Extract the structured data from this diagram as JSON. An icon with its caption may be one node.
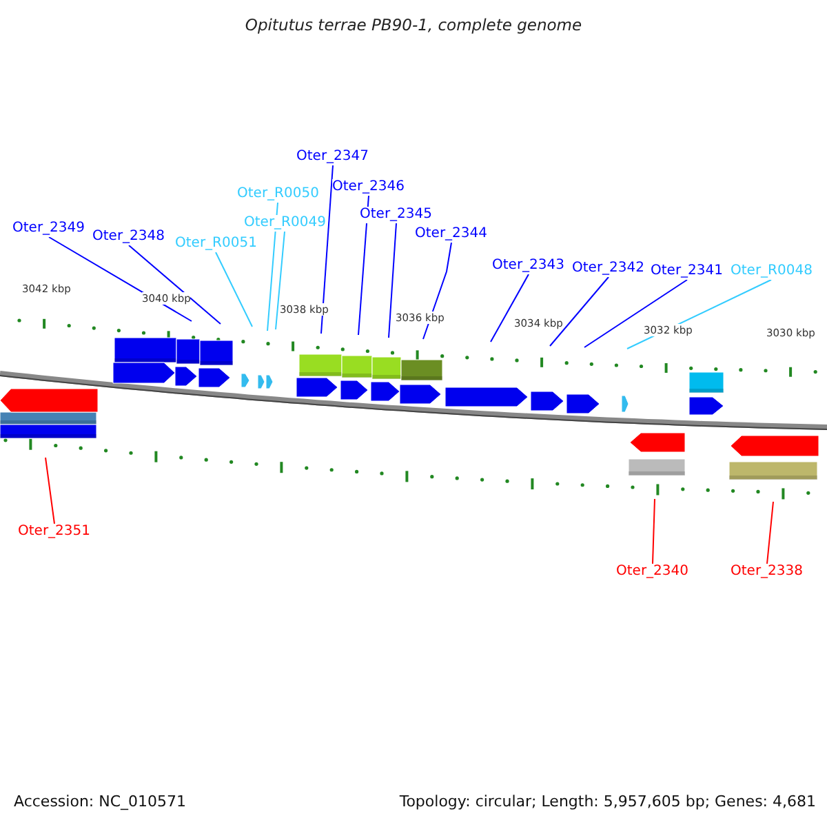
{
  "diagram": {
    "title": "Opitutus terrae PB90-1, complete genome",
    "nodes": [
      {
        "text": [
          "Oter_2349"
        ]
      },
      {
        "text": [
          "Oter_2348"
        ]
      },
      {
        "text": [
          "Oter_R0051"
        ]
      },
      {
        "text": [
          "Oter_R0050"
        ]
      },
      {
        "text": [
          "Oter_R0049"
        ]
      },
      {
        "text": [
          "Oter_2347"
        ]
      },
      {
        "text": [
          "Oter_2346"
        ]
      },
      {
        "text": [
          "Oter_2345"
        ]
      },
      {
        "text": [
          "Oter_2344"
        ]
      },
      {
        "text": [
          "Oter_2343"
        ]
      },
      {
        "text": [
          "Oter_2342"
        ]
      },
      {
        "text": [
          "Oter_2341"
        ]
      },
      {
        "text": [
          "Oter_R0048"
        ]
      },
      {
        "text": [
          "Oter_2351"
        ]
      },
      {
        "text": [
          "Oter_2340"
        ]
      },
      {
        "text": [
          "Oter_2338"
        ]
      }
    ],
    "edges": [
      {
        "from": 0,
        "to": null,
        "arrow": "none"
      },
      {
        "from": 1,
        "to": null,
        "arrow": "none"
      },
      {
        "from": 2,
        "to": null,
        "arrow": "none",
        "color": "#33ccff"
      },
      {
        "from": 3,
        "to": null,
        "arrow": "none",
        "color": "#33ccff"
      },
      {
        "from": 4,
        "to": null,
        "arrow": "none",
        "color": "#33ccff"
      },
      {
        "from": 5,
        "to": null,
        "arrow": "none"
      },
      {
        "from": 6,
        "to": null,
        "arrow": "none"
      },
      {
        "from": 7,
        "to": null,
        "arrow": "none"
      },
      {
        "from": 8,
        "to": null,
        "arrow": "none"
      },
      {
        "from": 9,
        "to": null,
        "arrow": "none"
      },
      {
        "from": 10,
        "to": null,
        "arrow": "none"
      },
      {
        "from": 11,
        "to": null,
        "arrow": "none"
      },
      {
        "from": 12,
        "to": null,
        "arrow": "none",
        "color": "#33ccff"
      },
      {
        "from": 13,
        "to": null,
        "arrow": "none",
        "color": "#ff0000"
      },
      {
        "from": 14,
        "to": null,
        "arrow": "none",
        "color": "#ff0000"
      },
      {
        "from": 15,
        "to": null,
        "arrow": "none",
        "color": "#ff0000"
      }
    ],
    "labels": [
      "3042 kbp",
      "3040 kbp",
      "3038 kbp",
      "3036 kbp",
      "3034 kbp",
      "3032 kbp",
      "3030 kbp",
      "Accession: NC_010571",
      "Topology: circular; Length: 5,957,605 bp; Genes: 4,681"
    ]
  }
}
